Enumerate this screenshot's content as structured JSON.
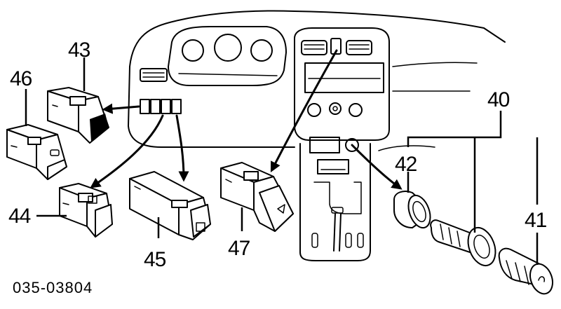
{
  "callouts": {
    "c40": "40",
    "c41": "41",
    "c42": "42",
    "c43": "43",
    "c44": "44",
    "c45": "45",
    "c46": "46",
    "c47": "47"
  },
  "drawing_code": "035-03804"
}
